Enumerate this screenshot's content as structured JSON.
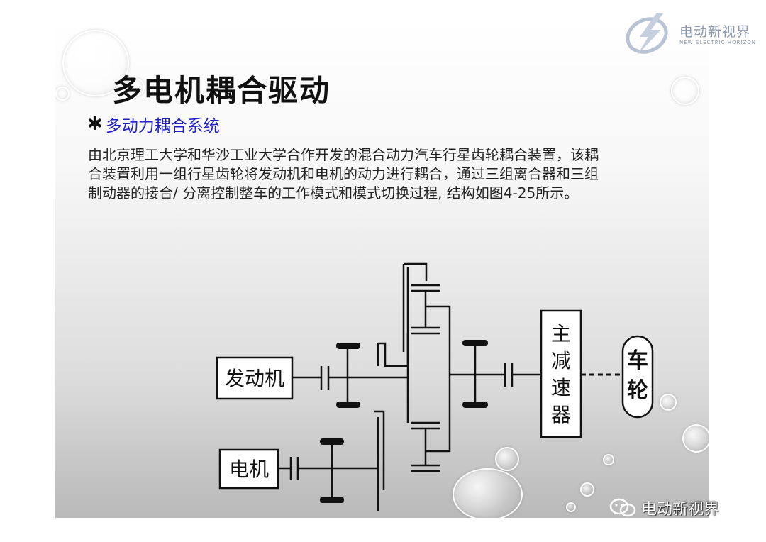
{
  "slide": {
    "title": "多电机耦合驱动",
    "subtitle": "多动力耦合系统",
    "body_lines": [
      "由北京理工大学和华沙工业大学合作开发的混合动力汽车行星齿轮耦合装置，该耦",
      "合装置利用一组行星齿轮将发动机和电机的动力进行耦合，通过三组离合器和三组",
      "制动器的接合/ 分离控制整车的工作模式和模式切换过程, 结构如图4-25所示。"
    ]
  },
  "diagram": {
    "engine_label": "发动机",
    "motor_label": "电机",
    "reducer_chars": [
      "主",
      "减",
      "速",
      "器"
    ],
    "wheel_chars": [
      "车",
      "轮"
    ]
  },
  "logo": {
    "name_cn": "电动新视界",
    "name_en": "NEW ELECTRIC HORIZON"
  },
  "watermark": {
    "text": "电动新视界"
  },
  "colors": {
    "subtitle": "#1f1fc8",
    "logo": "#8a96ad"
  }
}
